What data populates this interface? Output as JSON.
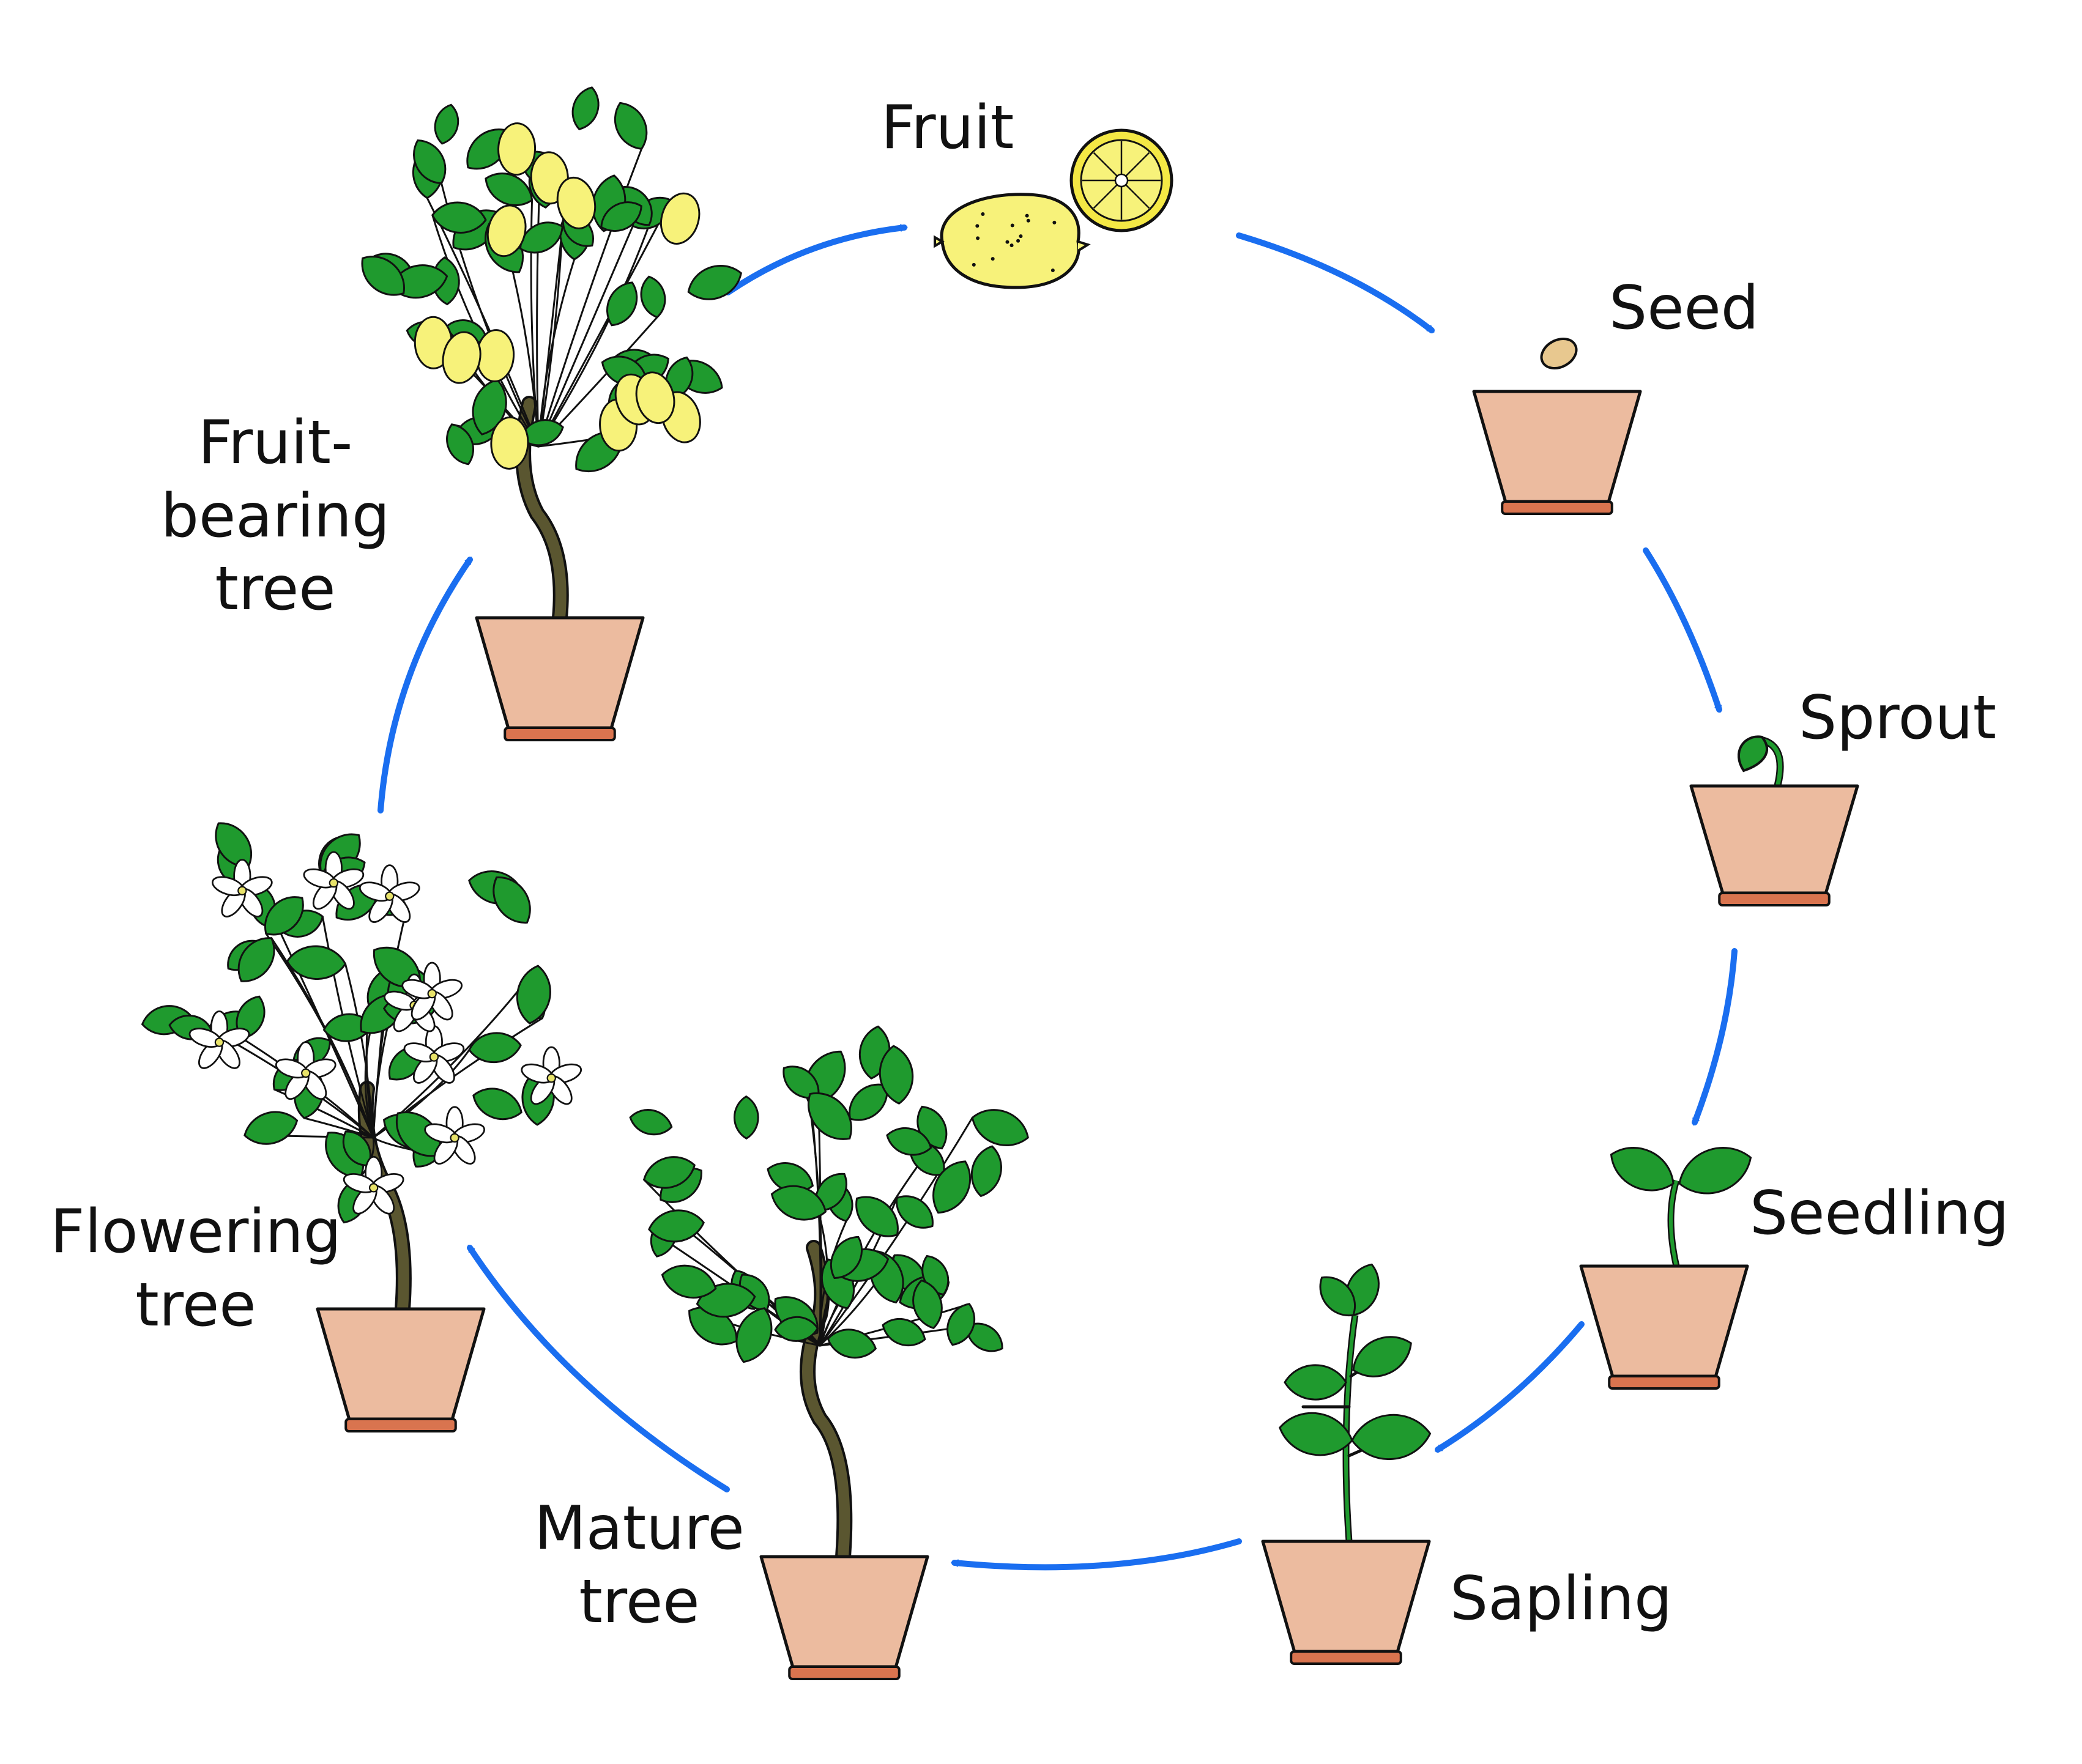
{
  "stages": [
    {
      "label": "Fruit"
    },
    {
      "label": "Seed"
    },
    {
      "label": "Sprout"
    },
    {
      "label": "Seedling"
    },
    {
      "label": "Sapling"
    },
    {
      "label": "Mature\ntree"
    },
    {
      "label": "Flowering\ntree"
    },
    {
      "label": "Fruit-\nbearing\ntree"
    }
  ],
  "colors": {
    "arrow": "#1a6ef0",
    "pot": "#ecbb9f",
    "pot_rim": "#d9744f",
    "leaf": "#1f9a2e",
    "trunk": "#5a5630",
    "lemon": "#f7f27a",
    "flower": "#ffffff",
    "outline": "#111111"
  }
}
